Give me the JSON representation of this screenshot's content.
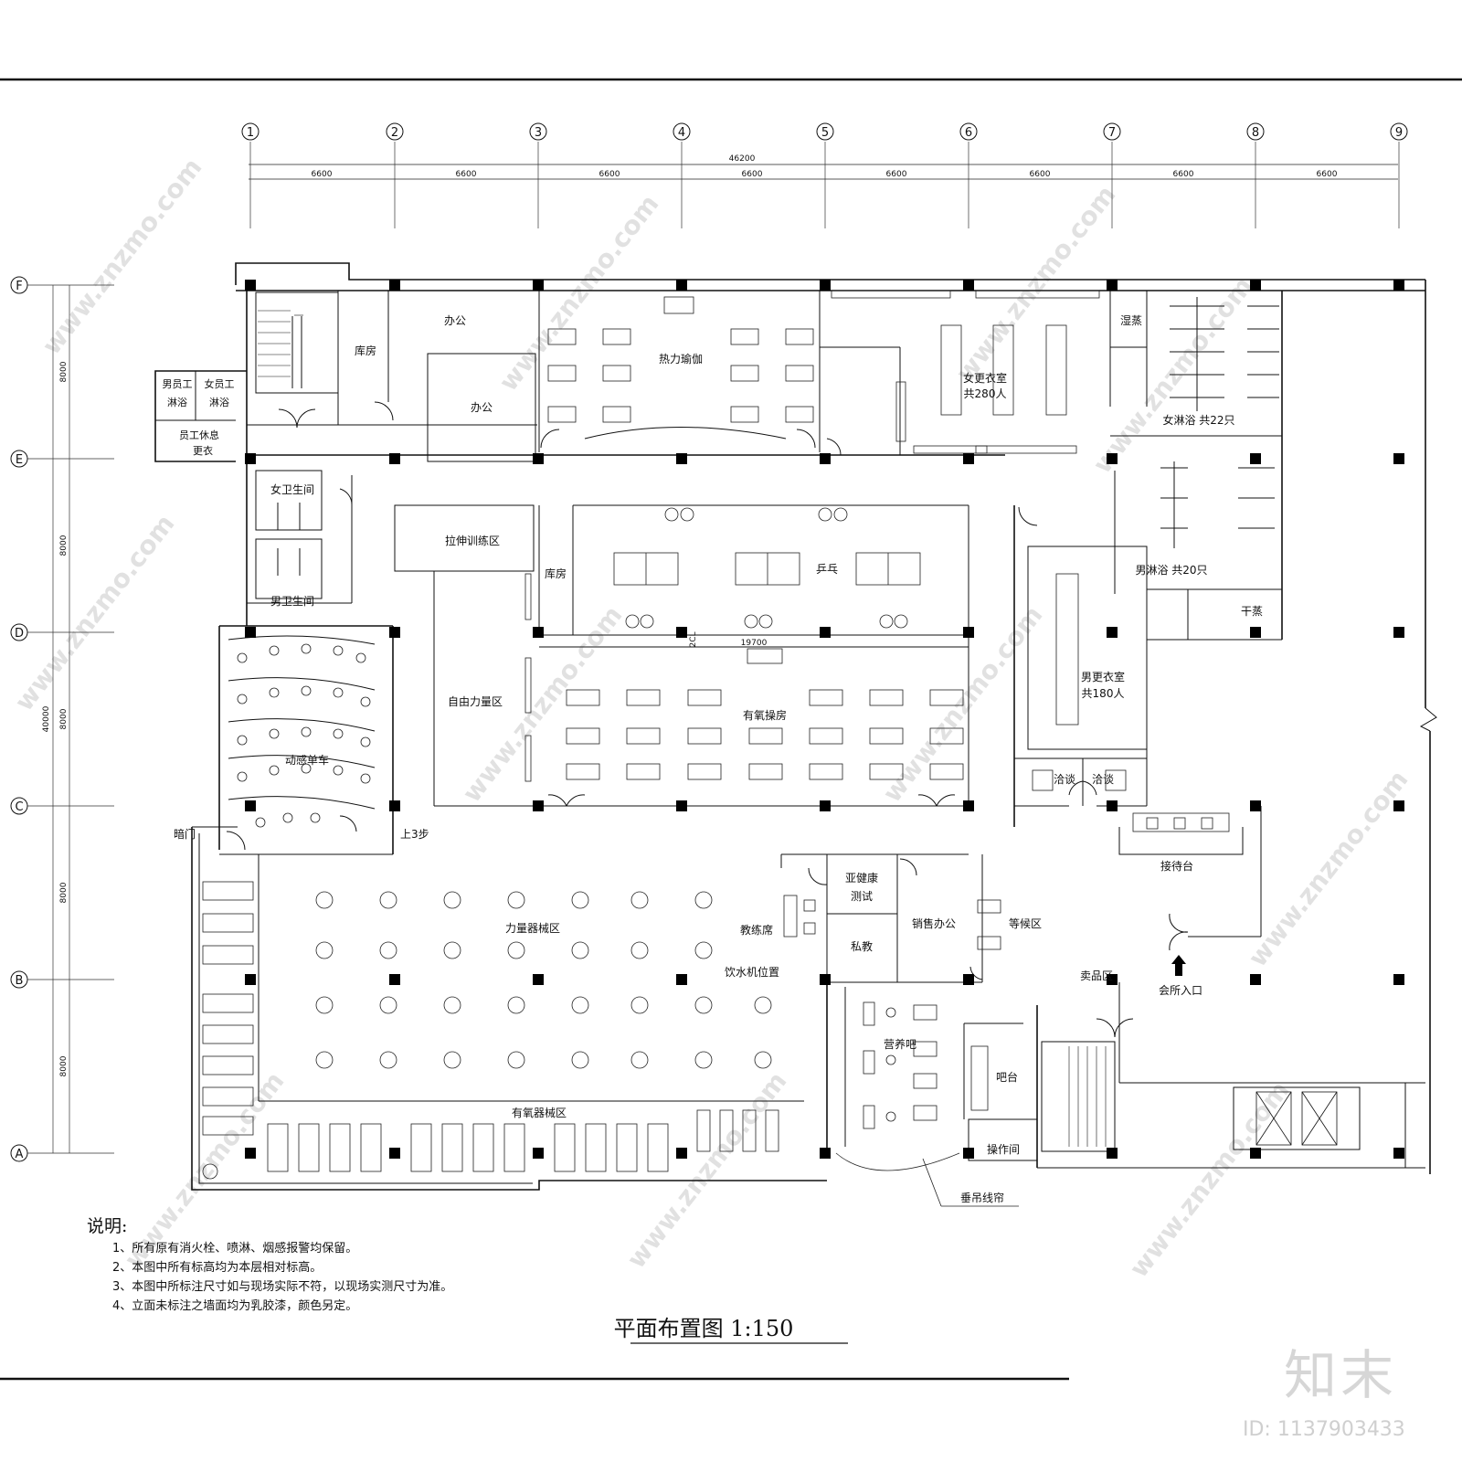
{
  "drawing": {
    "title": "平面布置图 1:150",
    "brand": "知末",
    "id_label": "ID: 1137903433",
    "watermark_text": "www.znzmo.com"
  },
  "grid": {
    "columns": [
      "1",
      "2",
      "3",
      "4",
      "5",
      "6",
      "7",
      "8",
      "9"
    ],
    "rows": [
      "F",
      "E",
      "D",
      "C",
      "B",
      "A"
    ],
    "total_width": "46200",
    "bay_widths": [
      "6600",
      "6600",
      "6600",
      "6600",
      "6600",
      "6600",
      "6600",
      "6600"
    ],
    "total_depth": "40000",
    "bay_depths": [
      "8000",
      "8000",
      "8000",
      "8000",
      "8000"
    ],
    "inner_dim": "19700",
    "inner_dim_small": "2CL"
  },
  "rooms": {
    "office1": "办公",
    "office2": "办公",
    "storage": "库房",
    "storage2": "库房",
    "hot_yoga": "热力瑜伽",
    "women_locker_1": "女更衣室",
    "women_locker_2": "共280人",
    "wet_steam": "湿蒸",
    "women_shower": "女淋浴 共22只",
    "men_staff_shower_1": "男员工",
    "men_staff_shower_2": "淋浴",
    "women_staff_shower_1": "女员工",
    "women_staff_shower_2": "淋浴",
    "staff_rest_1": "员工休息",
    "staff_rest_2": "更衣",
    "women_wc": "女卫生间",
    "men_wc": "男卫生间",
    "stretch": "拉伸训练区",
    "ping_pong": "乒乓",
    "men_shower": "男淋浴 共20只",
    "dry_steam": "干蒸",
    "spinning": "动感单车",
    "free_weights": "自由力量区",
    "aerobics": "有氧操房",
    "men_locker_1": "男更衣室",
    "men_locker_2": "共180人",
    "talk1": "洽谈",
    "talk2": "洽谈",
    "hidden_door": "暗门",
    "up_steps": "上3步",
    "reception": "接待台",
    "subhealth_1": "亚健康",
    "subhealth_2": "测试",
    "coach": "教练席",
    "strength": "力量器械区",
    "private": "私教",
    "sales": "销售办公",
    "waiting": "等候区",
    "merch": "卖品区",
    "entrance": "会所入口",
    "water": "饮水机位置",
    "nutrition": "营养吧",
    "bar": "吧台",
    "cardio": "有氧器械区",
    "ops": "操作间",
    "curtain": "垂吊线帘"
  },
  "notes": {
    "heading": "说明:",
    "items": [
      "1、所有原有消火栓、喷淋、烟感报警均保留。",
      "2、本图中所有标高均为本层相对标高。",
      "3、本图中所标注尺寸如与现场实际不符，以现场实测尺寸为准。",
      "4、立面未标注之墙面均为乳胶漆，颜色另定。"
    ]
  }
}
